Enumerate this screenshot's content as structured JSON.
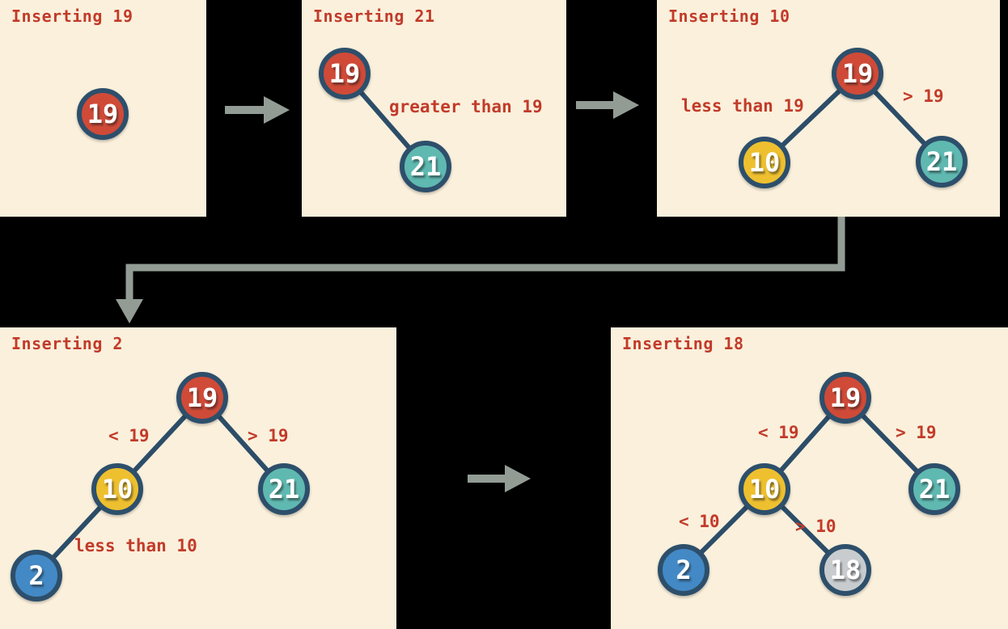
{
  "colors": {
    "background": "#000000",
    "panel": "#faf0dc",
    "accent_text": "#c23b2a",
    "tree_edge": "#2c4d68",
    "node_border": "#2d4f6b",
    "flow_arrow": "#929c94",
    "nodes": {
      "red": "#d04a38",
      "teal": "#5fb9b1",
      "yellow": "#eec02f",
      "blue": "#4389c5",
      "gray": "#c8cccf"
    }
  },
  "panels": [
    {
      "title": "Inserting 19",
      "nodes": [
        {
          "value": "19",
          "color": "red"
        }
      ],
      "edges": [],
      "labels": []
    },
    {
      "title": "Inserting 21",
      "nodes": [
        {
          "value": "19",
          "color": "red"
        },
        {
          "value": "21",
          "color": "teal"
        }
      ],
      "edges": [
        {
          "from": "19",
          "to": "21"
        }
      ],
      "labels": [
        {
          "text": "greater than 19"
        }
      ]
    },
    {
      "title": "Inserting 10",
      "nodes": [
        {
          "value": "19",
          "color": "red"
        },
        {
          "value": "10",
          "color": "yellow"
        },
        {
          "value": "21",
          "color": "teal"
        }
      ],
      "edges": [
        {
          "from": "19",
          "to": "10"
        },
        {
          "from": "19",
          "to": "21"
        }
      ],
      "labels": [
        {
          "text": "less than 19"
        },
        {
          "text": "> 19"
        }
      ]
    },
    {
      "title": "Inserting 2",
      "nodes": [
        {
          "value": "19",
          "color": "red"
        },
        {
          "value": "10",
          "color": "yellow"
        },
        {
          "value": "21",
          "color": "teal"
        },
        {
          "value": "2",
          "color": "blue"
        }
      ],
      "edges": [
        {
          "from": "19",
          "to": "10"
        },
        {
          "from": "19",
          "to": "21"
        },
        {
          "from": "10",
          "to": "2"
        }
      ],
      "labels": [
        {
          "text": "< 19"
        },
        {
          "text": "> 19"
        },
        {
          "text": "less than 10"
        }
      ]
    },
    {
      "title": "Inserting 18",
      "nodes": [
        {
          "value": "19",
          "color": "red"
        },
        {
          "value": "10",
          "color": "yellow"
        },
        {
          "value": "21",
          "color": "teal"
        },
        {
          "value": "2",
          "color": "blue"
        },
        {
          "value": "18",
          "color": "gray"
        }
      ],
      "edges": [
        {
          "from": "19",
          "to": "10"
        },
        {
          "from": "19",
          "to": "21"
        },
        {
          "from": "10",
          "to": "2"
        },
        {
          "from": "10",
          "to": "18"
        }
      ],
      "labels": [
        {
          "text": "< 19"
        },
        {
          "text": "> 19"
        },
        {
          "text": "< 10"
        },
        {
          "text": "> 10"
        }
      ]
    }
  ]
}
